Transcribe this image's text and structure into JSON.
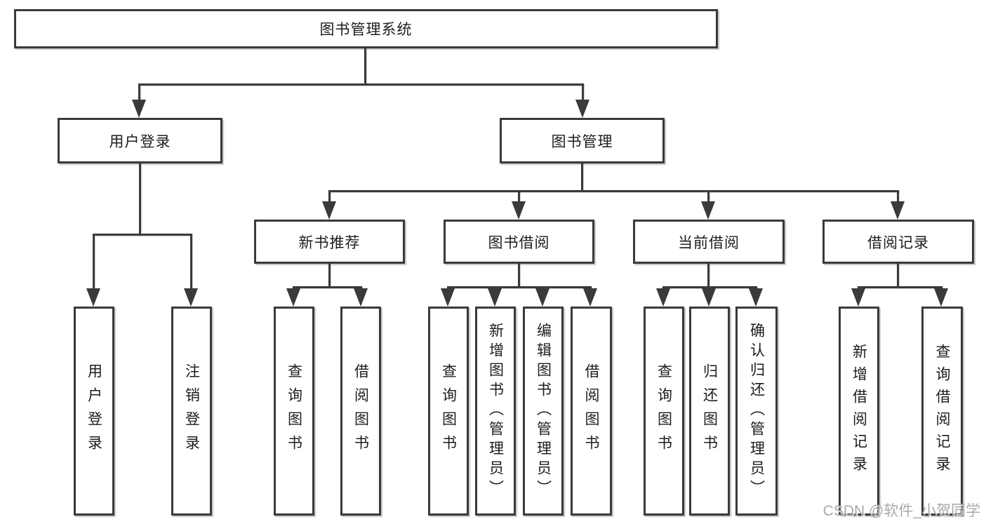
{
  "diagram_type": "functional-structure-tree",
  "colors": {
    "background": "#ffffff",
    "line": "#3a3a3a",
    "box_border": "#3a3a3a",
    "box_fill": "#ffffff",
    "text": "#1d1d1d",
    "watermark": "#a9a9a9"
  },
  "watermark": {
    "text": "CSDN @软件_小贺同学"
  },
  "tree": {
    "label": "图书管理系统",
    "children": [
      {
        "label": "用户登录",
        "children": [
          {
            "label": "用户登录"
          },
          {
            "label": "注销登录"
          }
        ]
      },
      {
        "label": "图书管理",
        "children": [
          {
            "label": "新书推荐",
            "children": [
              {
                "label": "查询图书"
              },
              {
                "label": "借阅图书"
              }
            ]
          },
          {
            "label": "图书借阅",
            "children": [
              {
                "label": "查询图书"
              },
              {
                "label": "新增图书（管理员）"
              },
              {
                "label": "编辑图书（管理员）"
              },
              {
                "label": "借阅图书"
              }
            ]
          },
          {
            "label": "当前借阅",
            "children": [
              {
                "label": "查询图书"
              },
              {
                "label": "归还图书"
              },
              {
                "label": "确认归还（管理员）"
              }
            ]
          },
          {
            "label": "借阅记录",
            "children": [
              {
                "label": "新增借阅记录"
              },
              {
                "label": "查询借阅记录"
              }
            ]
          }
        ]
      }
    ]
  }
}
